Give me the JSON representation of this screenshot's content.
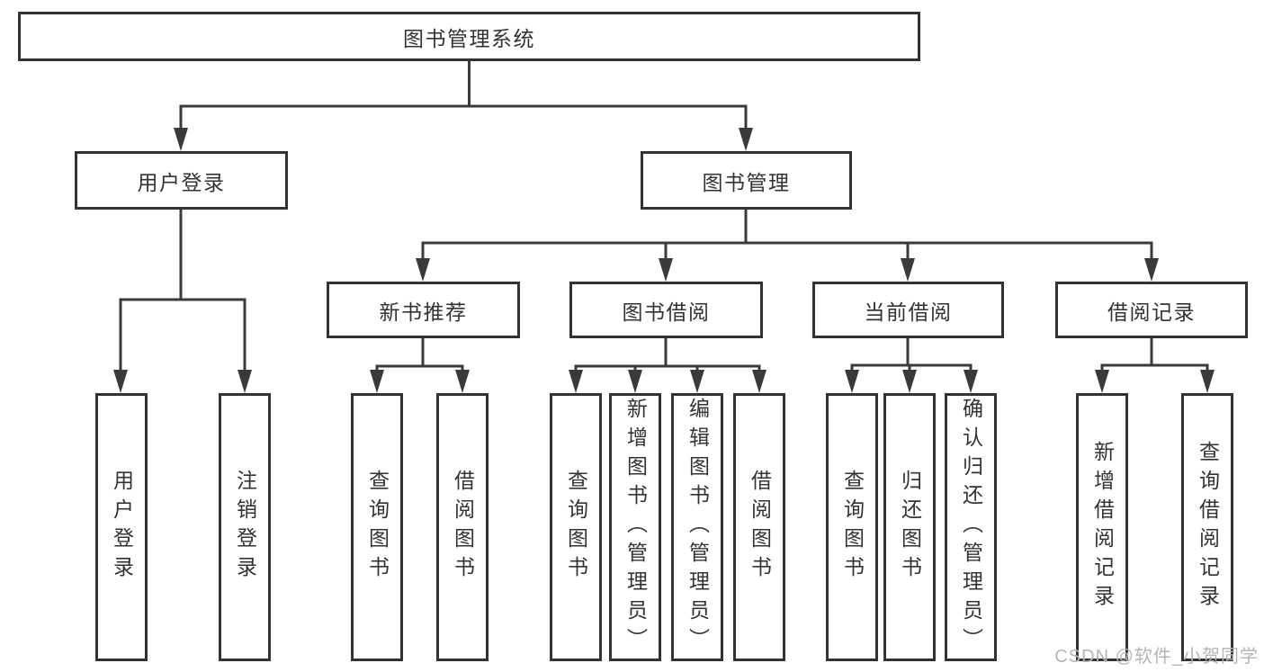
{
  "diagram": {
    "root": {
      "label": "图书管理系统"
    },
    "branches": [
      {
        "label": "用户登录",
        "leaves": [
          {
            "label": "用户登录"
          },
          {
            "label": "注销登录"
          }
        ]
      },
      {
        "label": "图书管理",
        "groups": [
          {
            "label": "新书推荐",
            "leaves": [
              {
                "label": "查询图书"
              },
              {
                "label": "借阅图书"
              }
            ]
          },
          {
            "label": "图书借阅",
            "leaves": [
              {
                "label": "查询图书"
              },
              {
                "label": "新增图书（管理员）"
              },
              {
                "label": "编辑图书（管理员）"
              },
              {
                "label": "借阅图书"
              }
            ]
          },
          {
            "label": "当前借阅",
            "leaves": [
              {
                "label": "查询图书"
              },
              {
                "label": "归还图书"
              },
              {
                "label": "确认归还（管理员）"
              }
            ]
          },
          {
            "label": "借阅记录",
            "leaves": [
              {
                "label": "新增借阅记录"
              },
              {
                "label": "查询借阅记录"
              }
            ]
          }
        ]
      }
    ]
  },
  "watermark": {
    "text": "CSDN @软件_小贺同学"
  },
  "colors": {
    "line": "#3a3a3a",
    "box_border": "#333333",
    "text": "#333333",
    "watermark": "#b5b5b5",
    "background": "#ffffff"
  }
}
